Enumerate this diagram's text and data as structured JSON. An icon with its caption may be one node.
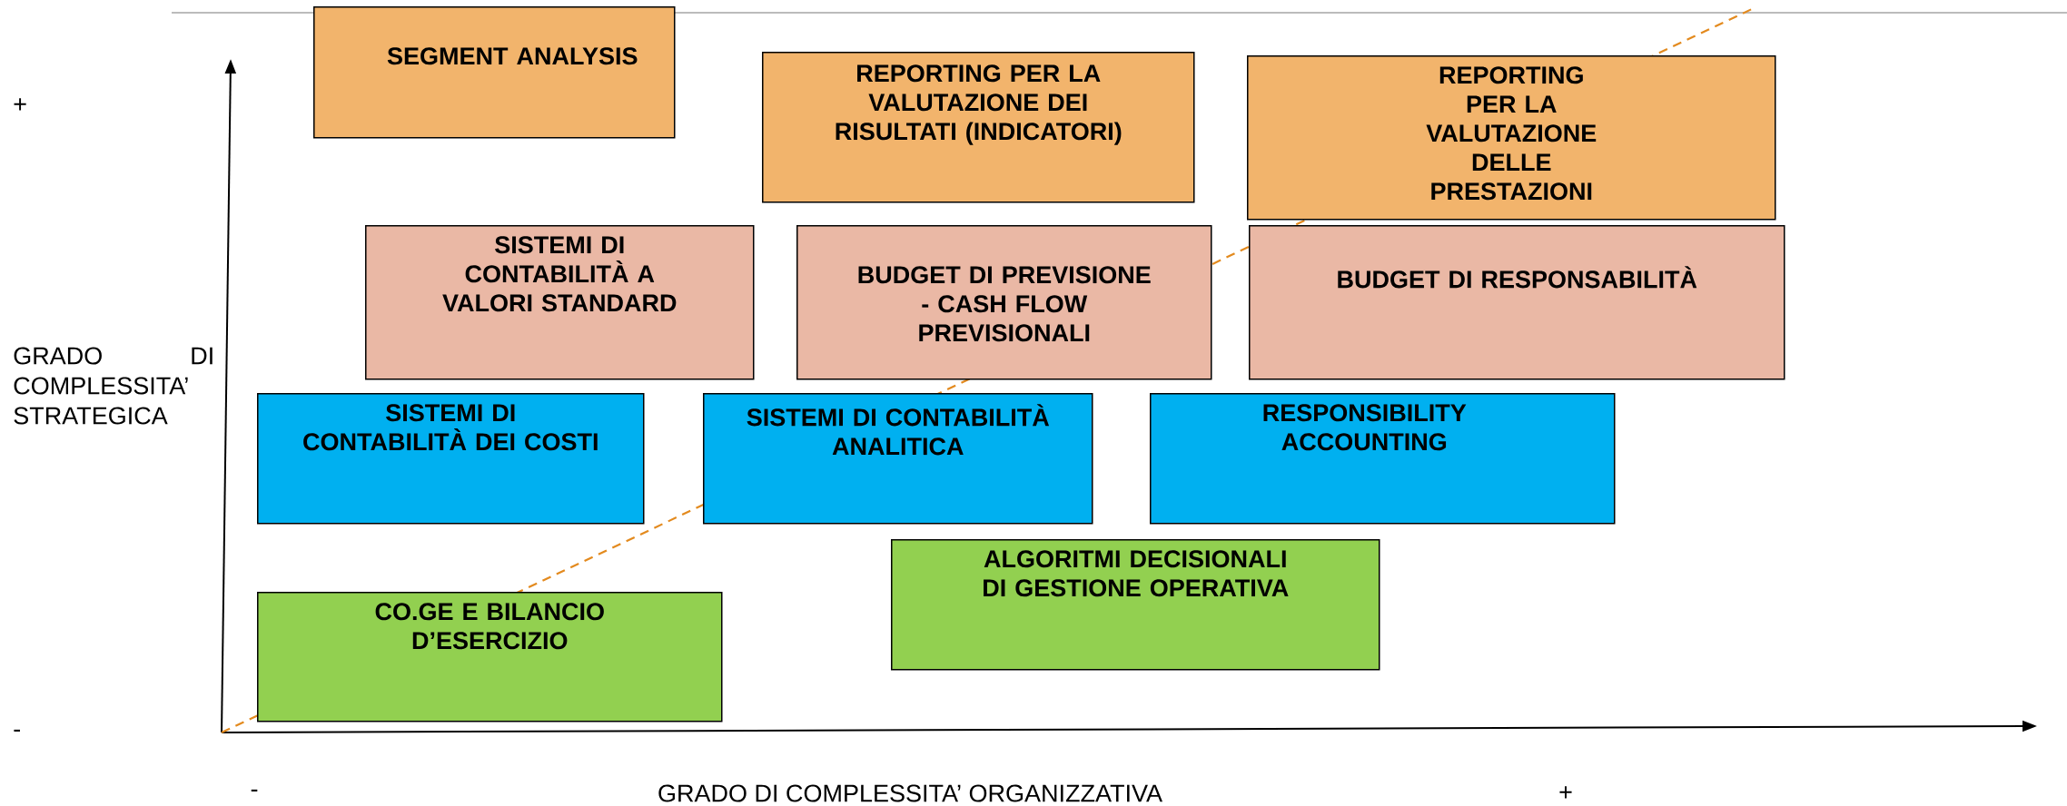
{
  "diagram": {
    "nodes": [
      {
        "text": [
          "SEGMENT ANALYSIS"
        ]
      },
      {
        "text": [
          "REPORTING PER LA VALUTAZIONE DEI RISULTATI (INDICATORI)"
        ]
      },
      {
        "text": [
          "REPORTING PER LA VALUTAZIONE DELLE PRESTAZIONI"
        ]
      },
      {
        "text": [
          "SISTEMI DI CONTABILITÀ A VALORI STANDARD"
        ]
      },
      {
        "text": [
          "BUDGET DI PREVISIONE - CASH FLOW PREVISIONALI"
        ]
      },
      {
        "text": [
          "BUDGET DI RESPONSABILITÀ"
        ]
      },
      {
        "text": [
          "SISTEMI DI CONTABILITÀ DEI COSTI"
        ]
      },
      {
        "text": [
          "SISTEMI DI CONTABILITÀ ANALITICA"
        ]
      },
      {
        "text": [
          "RESPONSIBILITY ACCOUNTING"
        ]
      },
      {
        "text": [
          "ALGORITMI DECISIONALI DI GESTIONE OPERATIVA"
        ]
      },
      {
        "text": [
          "CO.GE E BILANCIO D’ESERCIZIO"
        ]
      }
    ],
    "labels": [
      "+",
      "GRADO DI COMPLESSITA’ STRATEGICA",
      "-",
      "-",
      "GRADO DI COMPLESSITA’ ORGANIZZATIVA",
      "+"
    ]
  }
}
